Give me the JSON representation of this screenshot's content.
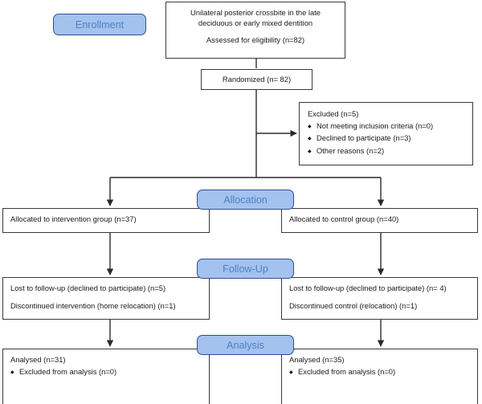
{
  "diagram": {
    "title": "CONSORT participant flow diagram",
    "colors": {
      "pill_fill": "#a4c2ee",
      "pill_border": "#2f4f8f",
      "pill_text": "#4e81c4",
      "box_border": "#3a3a3a",
      "box_fill": "#ffffff",
      "text": "#1a1a1a",
      "connector": "#2a2a2a"
    }
  },
  "stages": {
    "enrollment": "Enrollment",
    "allocation": "Allocation",
    "followup": "Follow-Up",
    "analysis": "Analysis"
  },
  "enrollment": {
    "eligibility": {
      "condition_line1": "Unilateral posterior crossbite in the late",
      "condition_line2": "deciduous or early mixed dentition",
      "assessed": "Assessed for eligibility (n=82)"
    },
    "randomized": "Randomized (n= 82)",
    "excluded": {
      "heading": "Excluded  (n=5)",
      "reasons": [
        "Not meeting inclusion criteria (n=0)",
        "Declined to participate (n=3)",
        "Other reasons (n=2)"
      ]
    }
  },
  "allocation": {
    "left": "Allocated to intervention group (n=37)",
    "right": "Allocated to control group (n=40)"
  },
  "followup": {
    "left": {
      "lost": "Lost to follow-up (declined to participate) (n=5)",
      "discontinued": "Discontinued intervention (home relocation) (n=1)"
    },
    "right": {
      "lost": "Lost to follow-up (declined to participate) (n= 4)",
      "discontinued": "Discontinued control (relocation) (n=1)"
    }
  },
  "analysis": {
    "left": {
      "analysed": "Analysed  (n=31)",
      "excluded": "Excluded from analysis (n=0)"
    },
    "right": {
      "analysed": "Analysed  (n=35)",
      "excluded": "Excluded from analysis (n=0)"
    }
  }
}
